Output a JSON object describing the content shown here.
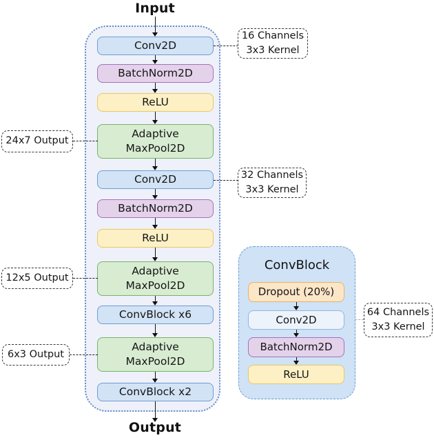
{
  "labels": {
    "input": "Input",
    "output": "Output"
  },
  "main_column": {
    "blocks": [
      {
        "label": "Conv2D",
        "type": "conv"
      },
      {
        "label": "BatchNorm2D",
        "type": "batchnorm"
      },
      {
        "label": "ReLU",
        "type": "relu"
      },
      {
        "label": "Adaptive\nMaxPool2D",
        "type": "pool"
      },
      {
        "label": "Conv2D",
        "type": "conv"
      },
      {
        "label": "BatchNorm2D",
        "type": "batchnorm"
      },
      {
        "label": "ReLU",
        "type": "relu"
      },
      {
        "label": "Adaptive\nMaxPool2D",
        "type": "pool"
      },
      {
        "label": "ConvBlock x6",
        "type": "convblock"
      },
      {
        "label": "Adaptive\nMaxPool2D",
        "type": "pool"
      },
      {
        "label": "ConvBlock x2",
        "type": "convblock"
      }
    ]
  },
  "convblock_panel": {
    "title": "ConvBlock",
    "blocks": [
      {
        "label": "Dropout (20%)",
        "type": "dropout"
      },
      {
        "label": "Conv2D",
        "type": "conv"
      },
      {
        "label": "BatchNorm2D",
        "type": "batchnorm"
      },
      {
        "label": "ReLU",
        "type": "relu"
      }
    ]
  },
  "annotations": {
    "right_1": "16 Channels\n3x3 Kernel",
    "right_2": "32 Channels\n3x3 Kernel",
    "left_1": "24x7 Output",
    "left_2": "12x5 Output",
    "left_3": "6x3 Output",
    "convblock": "64 Channels\n3x3 Kernel"
  },
  "colors": {
    "container_fill": "#eef1f9",
    "container_border": "#6189c7",
    "convblock_panel_fill": "#cfe2f6",
    "convblock_panel_border": "#6a9ad0",
    "conv_fill": "#d2e3f6",
    "conv_border": "#6f9bd1",
    "batchnorm_fill": "#e4d2eb",
    "batchnorm_border": "#a471b6",
    "relu_fill": "#fdf0c5",
    "relu_border": "#e9c666",
    "pool_fill": "#d8ecd2",
    "pool_border": "#7bb06b",
    "dropout_fill": "#fce6c8",
    "dropout_border": "#e9b25c"
  }
}
